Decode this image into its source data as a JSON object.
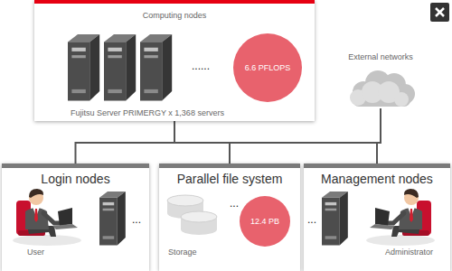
{
  "diagram": {
    "nodes": [
      {
        "text": [
          "Computing nodes",
          "Fujitsu Server PRIMERGY x 1,368 servers"
        ]
      },
      {
        "text": [
          "6.6 PFLOPS"
        ],
        "in": 0
      },
      {
        "text": [
          "External networks"
        ]
      },
      {
        "text": [
          "Login nodes",
          "User"
        ]
      },
      {
        "text": [
          "Parallel file system",
          "Storage"
        ]
      },
      {
        "text": [
          "12.4 PB"
        ],
        "in": 4
      },
      {
        "text": [
          "Management nodes",
          "Administrator"
        ]
      }
    ],
    "edges": [
      {
        "from": 0,
        "to": 3,
        "arrow": "none"
      },
      {
        "from": 0,
        "to": 4,
        "arrow": "none"
      },
      {
        "from": 0,
        "to": 6,
        "arrow": "none"
      },
      {
        "from": 0,
        "to": 2,
        "arrow": "none"
      }
    ],
    "labels": [
      "......",
      "...",
      "...",
      "..."
    ]
  }
}
